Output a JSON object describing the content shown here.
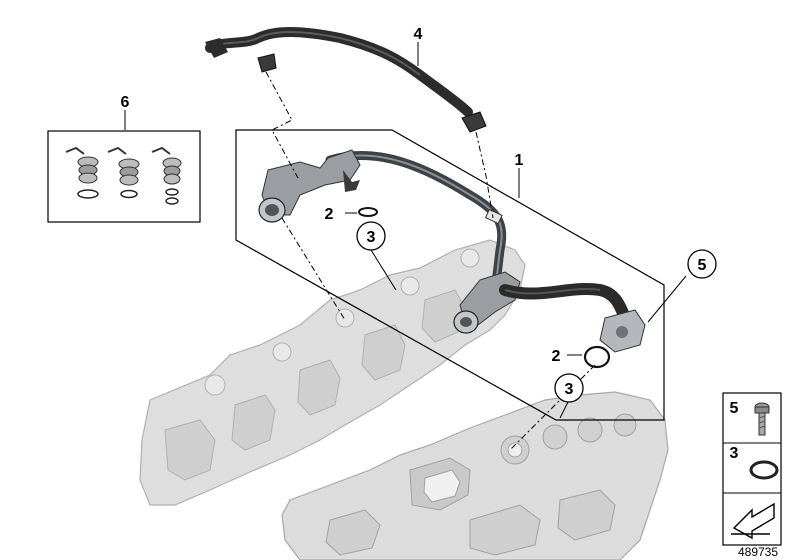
{
  "diagram": {
    "callouts": {
      "c1": "1",
      "c2a": "2",
      "c2b": "2",
      "c3a": "3",
      "c3b": "3",
      "c4": "4",
      "c5": "5",
      "c6": "6"
    },
    "legend": {
      "item5": "5",
      "item3": "3"
    },
    "diagram_number": "489735"
  },
  "colors": {
    "engine_fill": "#dcdcdc",
    "engine_stroke": "#a8a8a8",
    "hose": "#2e2e2e",
    "pipe": "#4a4f54",
    "line": "#000000"
  }
}
